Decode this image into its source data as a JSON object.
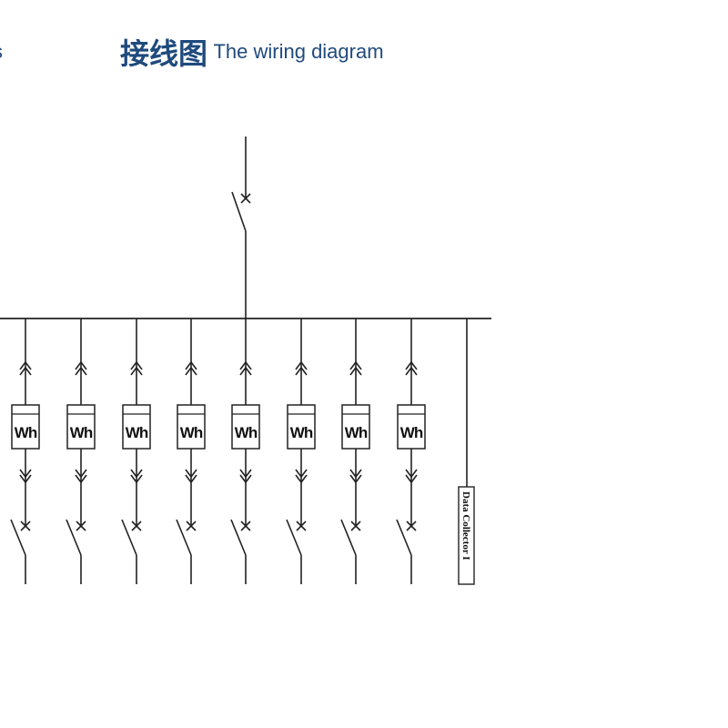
{
  "header": {
    "clipped_text": "s",
    "title_cn": "接线图",
    "title_en": "The wiring diagram"
  },
  "diagram": {
    "meter_label": "Wh",
    "meter_count": 8,
    "collector_label": "Data Collector I",
    "line_color": "#222222",
    "title_color": "#1f4a7c"
  }
}
